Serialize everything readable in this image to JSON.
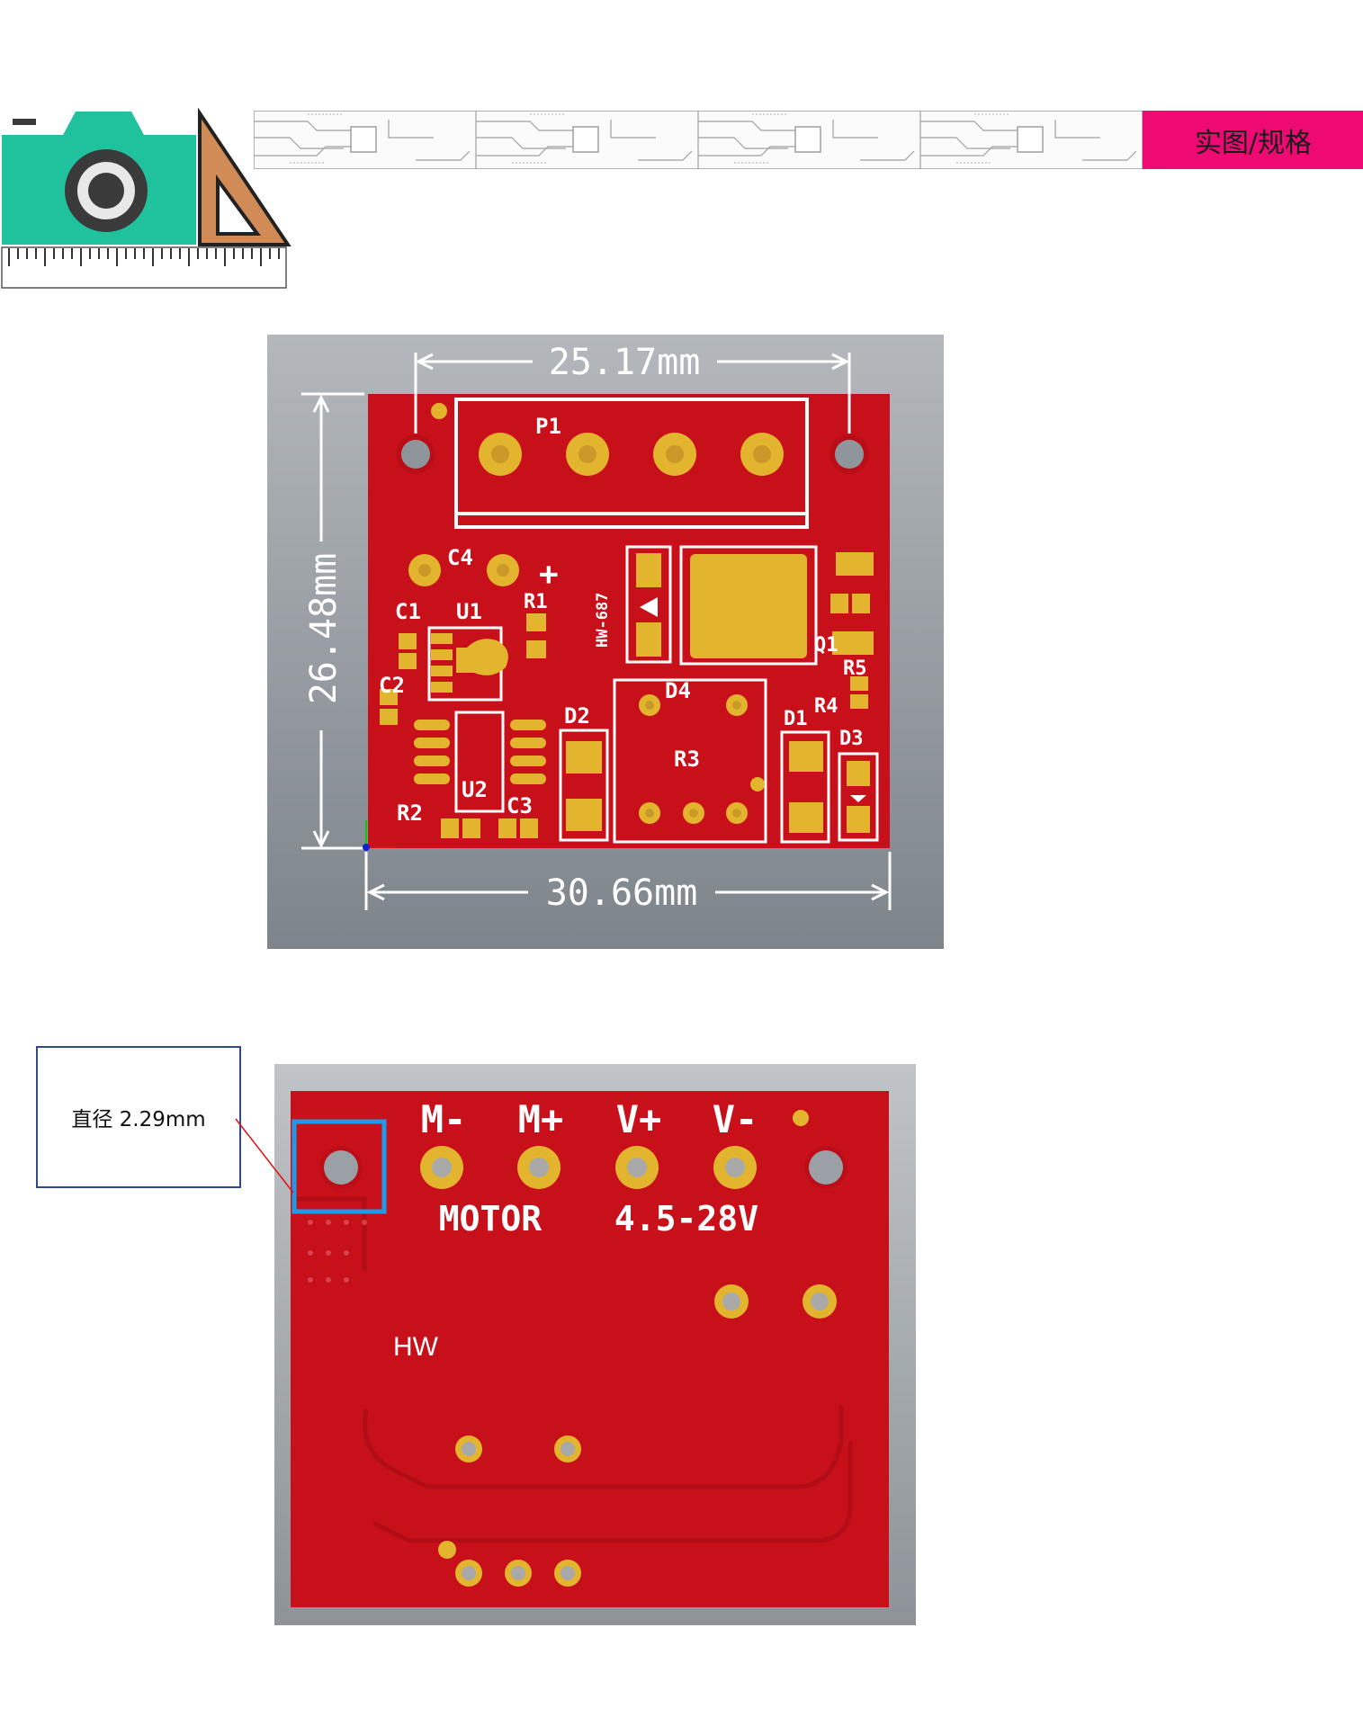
{
  "header": {
    "tag_label": "实图/规格",
    "colors": {
      "tag_bg": "#ee0a72",
      "camera": "#20c29e",
      "triangle": "#d08b56"
    }
  },
  "top_view": {
    "dim_top": "25.17mm",
    "dim_left": "26.48mm",
    "dim_bottom": "30.66mm",
    "silk": {
      "p1": "P1",
      "c4": "C4",
      "c1": "C1",
      "u1": "U1",
      "r1": "R1",
      "board_id": "HW-687",
      "plus": "+",
      "c2": "C2",
      "u2": "U2",
      "r2": "R2",
      "c3": "C3",
      "d2": "D2",
      "d4": "D4",
      "r3": "R3",
      "q1": "Q1",
      "r5": "R5",
      "d1": "D1",
      "r4": "R4",
      "d3": "D3"
    },
    "colors": {
      "board": "#c8101a",
      "pad": "#e3b52e",
      "bg": "#8d9398"
    }
  },
  "bottom_view": {
    "callout": "直径 2.29mm",
    "silk": {
      "m_minus": "M-",
      "m_plus": "M+",
      "v_plus": "V+",
      "v_minus": "V-",
      "motor": "MOTOR",
      "voltage": "4.5-28V",
      "hw": "HW"
    },
    "colors": {
      "highlight": "#1e9be8"
    }
  }
}
